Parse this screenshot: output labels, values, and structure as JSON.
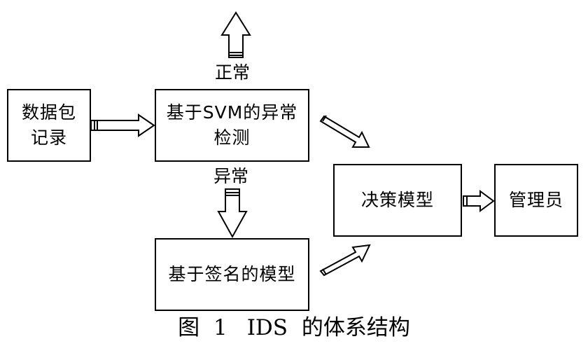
{
  "diagram": {
    "nodes": {
      "packet_log": {
        "label": "数据包\n记录"
      },
      "svm_detection": {
        "label": "基于SVM的异常\n检测"
      },
      "signature_model": {
        "label": "基于签名的模型"
      },
      "decision_model": {
        "label": "决策模型"
      },
      "administrator": {
        "label": "管理员"
      }
    },
    "edge_labels": {
      "normal": "正常",
      "abnormal": "异常"
    },
    "caption": {
      "figure_number": "图 1",
      "title": "IDS 的体系结构"
    }
  }
}
